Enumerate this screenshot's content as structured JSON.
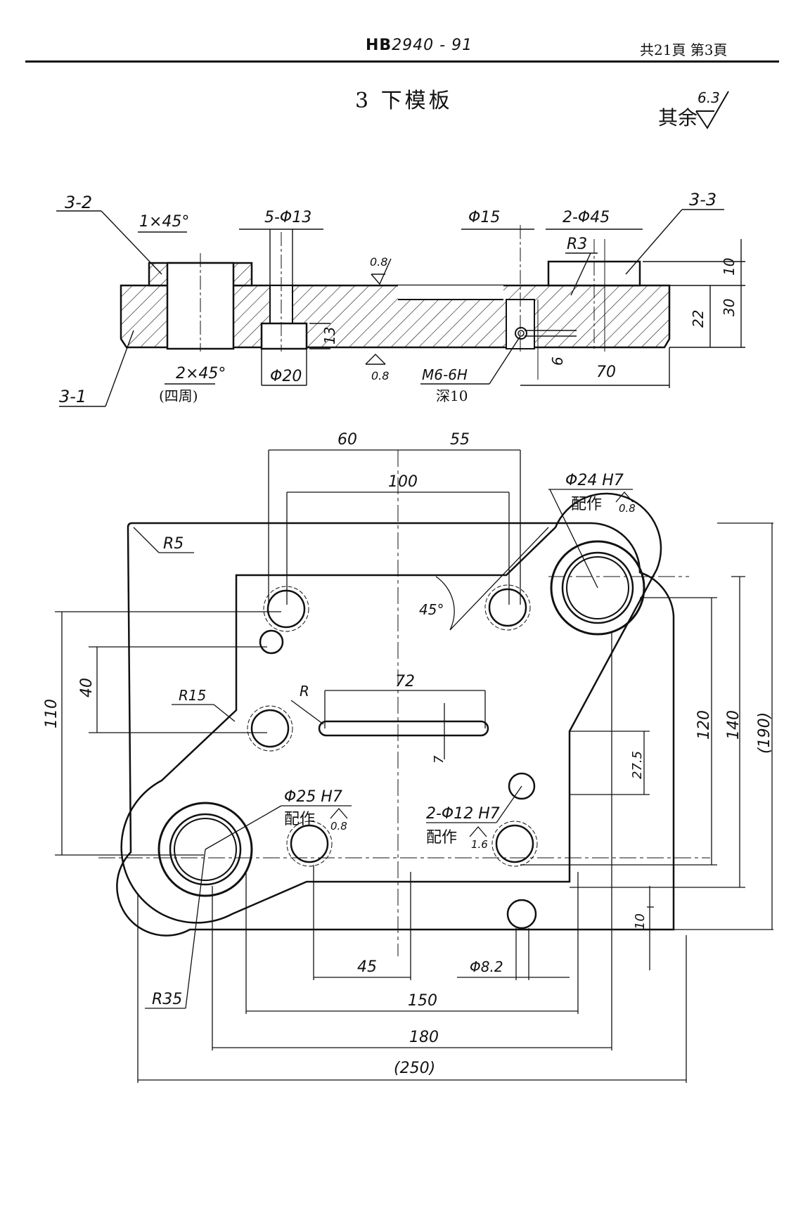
{
  "header": {
    "doc_code_prefix": "HB",
    "doc_code_number": "2940 - 91",
    "pages": "共21頁 第3頁"
  },
  "title": "3 下模板",
  "surface_rest": {
    "label": "其余",
    "value": "6.3"
  },
  "section_view": {
    "part_labels": [
      "3-2",
      "3-3",
      "3-1"
    ],
    "chamfer_top": "1×45°",
    "holes_13": "5-Φ13",
    "hole_15": "Φ15",
    "holes_45": "2-Φ45",
    "r3": "R3",
    "rough_top": "0.8",
    "rough_bottom": "0.8",
    "depth_13": "13",
    "counterbore": "Φ20",
    "chamfer_bottom": "2×45°",
    "chamfer_bottom_note": "(四周)",
    "thread": "M6-6H",
    "thread_depth": "深10",
    "dim_6": "6",
    "dim_70": "70",
    "dim_10": "10",
    "dim_30": "30",
    "dim_22": "22"
  },
  "plan_view": {
    "dim_60": "60",
    "dim_55": "55",
    "dim_100": "100",
    "hole_24": "Φ24 H7",
    "fit_24": "配作",
    "fit_24_rough": "0.8",
    "r5": "R5",
    "angle_45": "45°",
    "dim_110": "110",
    "dim_40": "40",
    "r15": "R15",
    "slot_r": "R",
    "dim_72": "72",
    "dim_7": "7",
    "dim_27_5": "27.5",
    "dim_120": "120",
    "dim_140": "140",
    "dim_190": "(190)",
    "hole_25": "Φ25 H7",
    "fit_25": "配作",
    "fit_25_rough": "0.8",
    "holes_12": "2-Φ12 H7",
    "fit_12": "配作",
    "fit_12_rough": "1.6",
    "dim_10": "10",
    "dim_45": "45",
    "hole_8_2": "Φ8.2",
    "r35": "R35",
    "dim_150": "150",
    "dim_180": "180",
    "dim_250": "(250)"
  }
}
